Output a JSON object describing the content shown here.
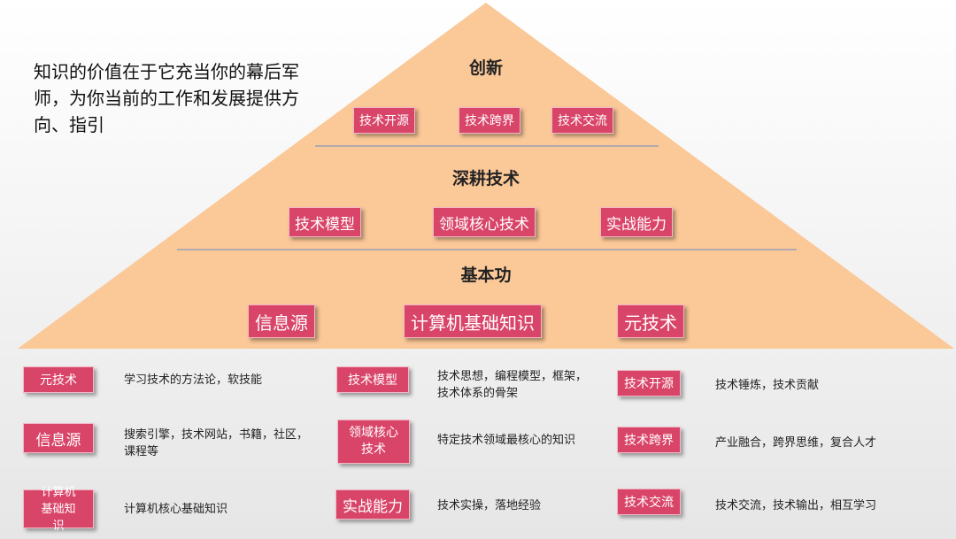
{
  "intro_text": "知识的价值在于它充当你的幕后军师，为你当前的工作和发展提供方向、指引",
  "colors": {
    "pyramid_fill": "#fbc898",
    "tag_fill": "#d94569",
    "divider": "#9aa0b4"
  },
  "pyramid": {
    "top_layer": {
      "title": "创新",
      "tags": [
        "技术开源",
        "技术跨界",
        "技术交流"
      ]
    },
    "middle_layer": {
      "title": "深耕技术",
      "tags": [
        "技术模型",
        "领域核心技术",
        "实战能力"
      ]
    },
    "base_layer": {
      "title": "基本功",
      "tags": [
        "信息源",
        "计算机基础知识",
        "元技术"
      ]
    }
  },
  "legend": {
    "col1": [
      {
        "tag": "元技术",
        "desc": "学习技术的方法论，软技能"
      },
      {
        "tag": "信息源",
        "desc": "搜索引擎，技术网站，书籍，社区，课程等"
      },
      {
        "tag": "计算机基础知识",
        "desc": "计算机核心基础知识"
      }
    ],
    "col2": [
      {
        "tag": "技术模型",
        "desc": "技术思想，编程模型，框架，技术体系的骨架"
      },
      {
        "tag": "领域核心技术",
        "desc": "特定技术领域最核心的知识"
      },
      {
        "tag": "实战能力",
        "desc": "技术实操，落地经验"
      }
    ],
    "col3": [
      {
        "tag": "技术开源",
        "desc": "技术锤炼，技术贡献"
      },
      {
        "tag": "技术跨界",
        "desc": "产业融合，跨界思维，复合人才"
      },
      {
        "tag": "技术交流",
        "desc": "技术交流，技术输出，相互学习"
      }
    ]
  }
}
